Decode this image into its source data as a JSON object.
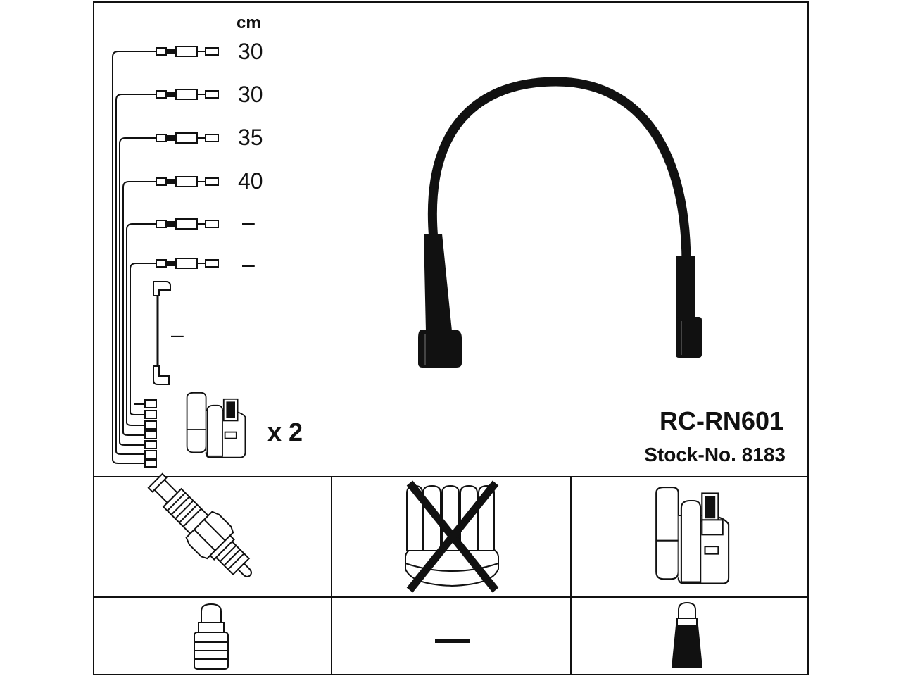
{
  "unit_label": "cm",
  "lead_lengths": [
    "30",
    "30",
    "35",
    "40",
    "–",
    "–"
  ],
  "bridge_length": "–",
  "multiplier": "x 2",
  "product_code": "RC-RN601",
  "stock_number": "Stock-No. 8183",
  "bottom_middle_label": "—",
  "crossed_out_part": "distributor-cap-icon"
}
